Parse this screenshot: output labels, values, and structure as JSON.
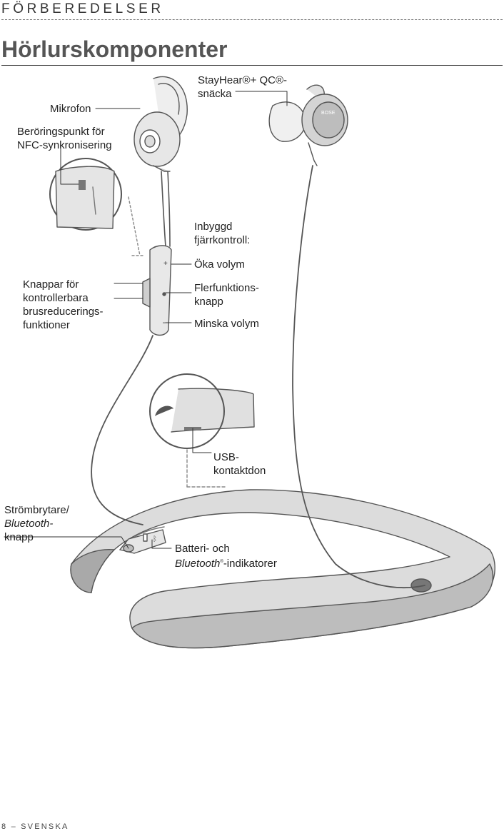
{
  "header": {
    "section": "FÖRBEREDELSER",
    "title": "Hörlurskomponenter"
  },
  "labels": {
    "stayhear_line1": "StayHear®+ QC®-",
    "stayhear_line2": "snäcka",
    "mikrofon": "Mikrofon",
    "nfc_line1": "Beröringspunkt för",
    "nfc_line2": "NFC-synkronisering",
    "remote_line1": "Inbyggd",
    "remote_line2": "fjärrkontroll:",
    "volume_up": "Öka volym",
    "multi_line1": "Flerfunktions-",
    "multi_line2": "knapp",
    "volume_down": "Minska volym",
    "anc_line1": "Knappar för",
    "anc_line2": "kontrollerbara",
    "anc_line3": "brusreducerings-",
    "anc_line4": "funktioner",
    "usb_line1": "USB-",
    "usb_line2": "kontaktdon",
    "power_line1": "Strömbrytare/",
    "power_line2": "Bluetooth-",
    "power_line3": "knapp",
    "battery_line1": "Batteri- och",
    "battery_line2_italic": "Bluetooth",
    "battery_line2_sup": "®",
    "battery_line2_rest": "-indikatorer"
  },
  "footer": {
    "page": "8 – SVENSKA"
  },
  "colors": {
    "line": "#555555",
    "body_fill": "#d9d9d9",
    "body_dark": "#a8a8a8",
    "tip_fill": "#eeeeee"
  }
}
